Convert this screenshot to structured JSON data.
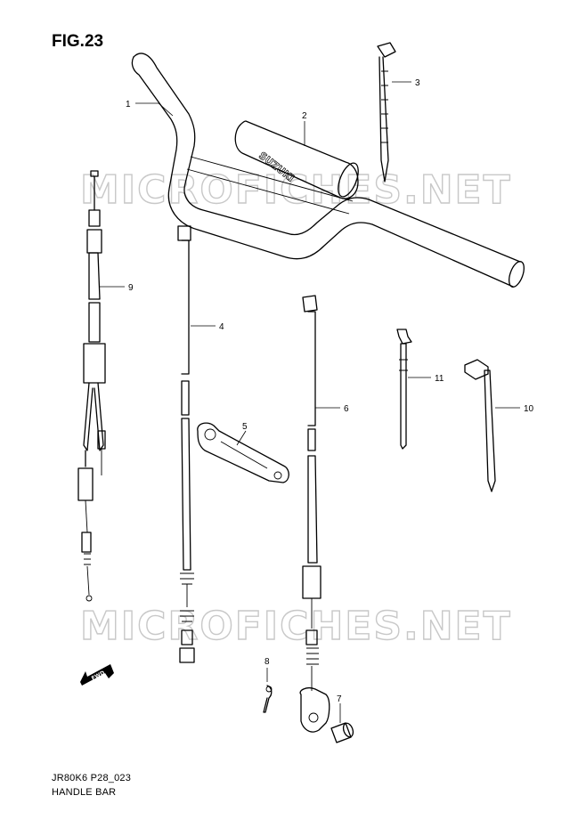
{
  "figure": {
    "title": "FIG.23"
  },
  "caption": {
    "model_code": "JR80K6 P28_023",
    "description": "HANDLE BAR"
  },
  "watermark": {
    "text": "MICROFICHES.NET"
  },
  "brand_text": "SUZUKI",
  "arrow_text": "FWD",
  "callouts": [
    {
      "id": "1",
      "part": "handlebar"
    },
    {
      "id": "2",
      "part": "handlebar-pad"
    },
    {
      "id": "3",
      "part": "cable-tie"
    },
    {
      "id": "4",
      "part": "throttle-cable"
    },
    {
      "id": "5",
      "part": "cable-guide-plate"
    },
    {
      "id": "6",
      "part": "front-brake-cable"
    },
    {
      "id": "7",
      "part": "pin"
    },
    {
      "id": "8",
      "part": "cotter-pin"
    },
    {
      "id": "9",
      "part": "engine-stop-switch-cable"
    },
    {
      "id": "10",
      "part": "cable-clamp"
    },
    {
      "id": "11",
      "part": "clamp"
    }
  ],
  "colors": {
    "line": "#000000",
    "watermark": "#c8c8c8",
    "background": "#ffffff"
  }
}
